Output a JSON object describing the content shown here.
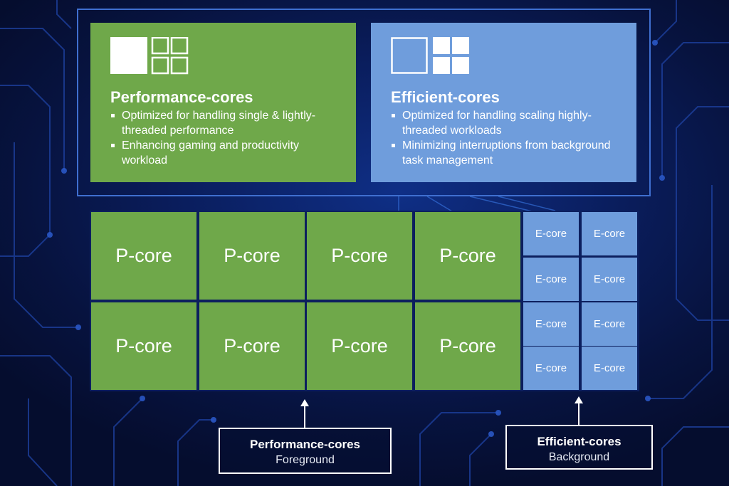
{
  "panels": {
    "performance": {
      "title": "Performance-cores",
      "bullets": [
        "Optimized for handling single & lightly-threaded performance",
        "Enhancing gaming and productivity workload"
      ],
      "color": "#6fa84a"
    },
    "efficient": {
      "title": "Efficient-cores",
      "bullets": [
        "Optimized for handling scaling highly-threaded workloads",
        "Minimizing interruptions from background task management"
      ],
      "color": "#6f9ddc"
    }
  },
  "grid": {
    "p_cores": [
      "P-core",
      "P-core",
      "P-core",
      "P-core",
      "P-core",
      "P-core",
      "P-core",
      "P-core"
    ],
    "e_cores": [
      "E-core",
      "E-core",
      "E-core",
      "E-core",
      "E-core",
      "E-core",
      "E-core",
      "E-core"
    ]
  },
  "labels": {
    "performance": {
      "title": "Performance-cores",
      "subtitle": "Foreground"
    },
    "efficient": {
      "title": "Efficient-cores",
      "subtitle": "Background"
    }
  },
  "icons": {
    "performance": "single-large-core-with-four-small-outlined-cores-icon",
    "efficient": "single-outlined-core-with-four-filled-small-cores-icon"
  }
}
